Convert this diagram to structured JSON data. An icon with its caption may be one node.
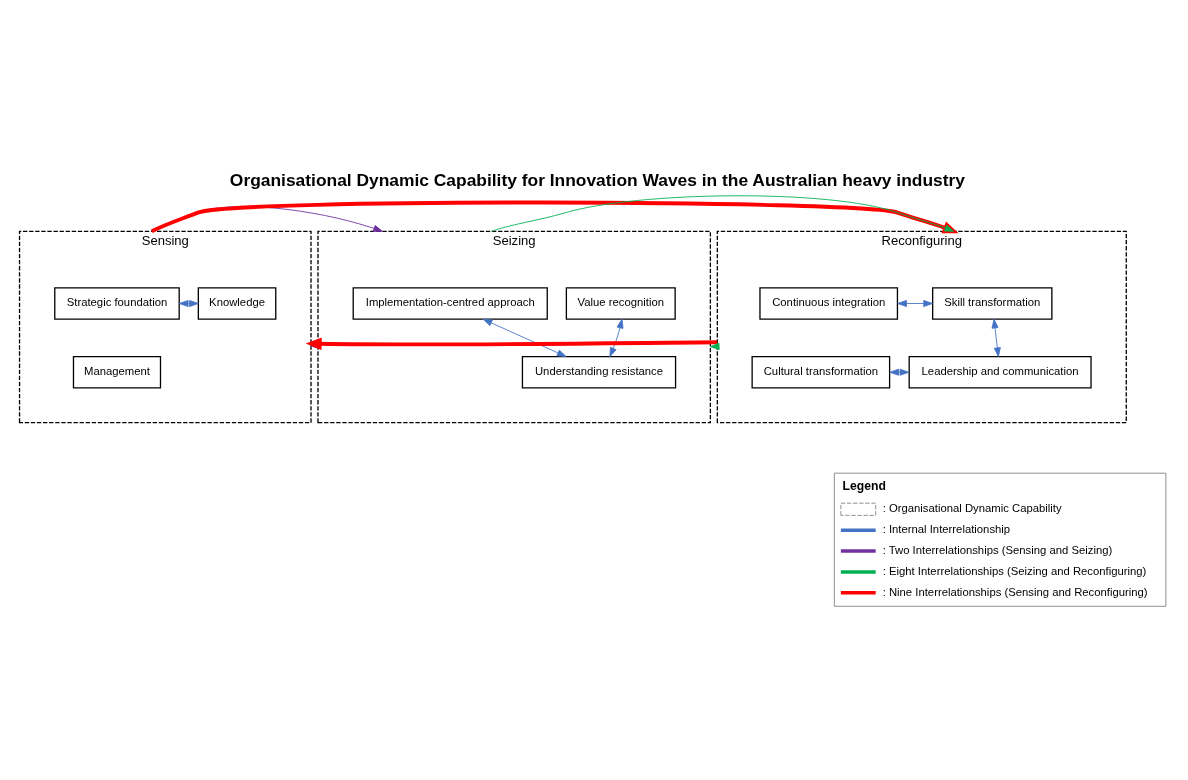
{
  "diagram": {
    "title": "Organisational Dynamic Capability for Innovation Waves in the Australian heavy industry",
    "nodes": [
      {
        "text": [
          "Sensing"
        ]
      },
      {
        "text": [
          "Strategic foundation"
        ],
        "in": 0
      },
      {
        "text": [
          "Knowledge"
        ],
        "in": 0
      },
      {
        "text": [
          "Management"
        ],
        "in": 0
      },
      {
        "text": [
          "Seizing"
        ]
      },
      {
        "text": [
          "Value recognition"
        ],
        "in": 4
      },
      {
        "text": [
          "Implementation-centred approach"
        ],
        "in": 4
      },
      {
        "text": [
          "Understanding resistance"
        ],
        "in": 4
      },
      {
        "text": [
          "Reconfiguring"
        ]
      },
      {
        "text": [
          "Continuous integration"
        ],
        "in": 8
      },
      {
        "text": [
          "Skill transformation"
        ],
        "in": 8
      },
      {
        "text": [
          "Cultural transformation"
        ],
        "in": 8
      },
      {
        "text": [
          "Leadership and communication"
        ],
        "in": 8
      }
    ],
    "edges": [
      {
        "from": 1,
        "to": 2,
        "arrow": "both",
        "color": "#4472c4"
      },
      {
        "from": 5,
        "to": 7,
        "arrow": "both",
        "color": "#4472c4"
      },
      {
        "from": 6,
        "to": 7,
        "arrow": "both",
        "color": "#4472c4"
      },
      {
        "from": 9,
        "to": 10,
        "arrow": "both",
        "color": "#4472c4"
      },
      {
        "from": 10,
        "to": 12,
        "arrow": "both",
        "color": "#4472c4"
      },
      {
        "from": 11,
        "to": 12,
        "arrow": "both",
        "color": "#4472c4"
      },
      {
        "from": 0,
        "to": 4,
        "arrow": "to",
        "color": "#7030a0"
      },
      {
        "from": 4,
        "to": 0,
        "arrow": "to",
        "color": "#7030a0"
      },
      {
        "from": 4,
        "to": 8,
        "arrow": "to",
        "color": "#00b050"
      },
      {
        "from": 8,
        "to": 4,
        "arrow": "to",
        "color": "#00b050"
      },
      {
        "from": 0,
        "to": 8,
        "arrow": "to",
        "style": "thick",
        "color": "#ff0000"
      },
      {
        "from": 8,
        "to": 0,
        "arrow": "to",
        "style": "thick",
        "color": "#ff0000"
      }
    ],
    "labels": [
      "Legend"
    ],
    "legend": [
      {
        "text": ": Organisational Dynamic Capability"
      },
      {
        "text": ": Internal Interrelationship"
      },
      {
        "text": ": Two Interrelationships (Sensing and Seizing)"
      },
      {
        "text": ": Eight Interrelationships (Seizing and Reconfiguring)"
      },
      {
        "text": ": Nine Interrelationships (Sensing and Reconfiguring)"
      }
    ]
  }
}
